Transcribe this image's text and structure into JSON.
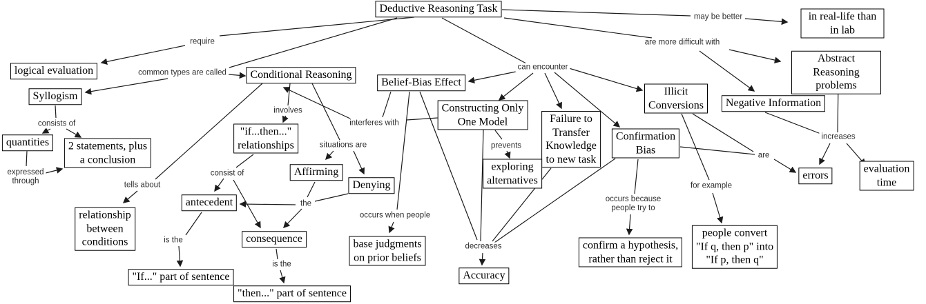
{
  "title": "Deductive Reasoning Task concept map",
  "colors": {
    "line": "#1c1c1c",
    "node_border": "#000000",
    "node_background": "#ffffff",
    "label_text": "#2e2e2e"
  },
  "nodes": {
    "deductive_reasoning_task": "Deductive Reasoning Task",
    "in_real_life": "in real-life than in lab",
    "logical_evaluation": "logical evaluation",
    "conditional_reasoning": "Conditional Reasoning",
    "belief_bias_effect": "Belief-Bias Effect",
    "abstract_reasoning_problems": "Abstract Reasoning problems",
    "syllogism": "Syllogism",
    "illicit_conversions": "Illicit\nConversions",
    "negative_information": "Negative Information",
    "constructing_only_one_model": "Constructing Only\nOne Model",
    "failure_to_transfer": "Failure to\nTransfer\nKnowledge\nto new task",
    "quantities": "quantities",
    "two_statements": "2 statements, plus\na conclusion",
    "confirmation_bias": "Confirmation\nBias",
    "if_then_relationships": "\"if...then...\"\nrelationships",
    "affirming": "Affirming",
    "denying": "Denying",
    "exploring_alternatives": "exploring\nalternatives",
    "errors": "errors",
    "evaluation_time": "evaluation time",
    "antecedent": "antecedent",
    "relationship_between_conditions": "relationship\nbetween\nconditions",
    "consequence": "consequence",
    "base_judgments": "base judgments\non prior beliefs",
    "accuracy": "Accuracy",
    "if_part": "\"If...\" part of sentence",
    "then_part": "\"then...\" part of sentence",
    "confirm_hypothesis": "confirm a hypothesis,\nrather than reject it",
    "people_convert": "people convert\n\"If q, then p\" into\n\"If p, then q\""
  },
  "links": {
    "require": "require",
    "common_types": "common types are called",
    "can_encounter": "can encounter",
    "may_be_better": "may be better",
    "are_more_difficult": "are more difficult with",
    "consists_of": "consists of",
    "expressed_through": "expressed\nthrough",
    "tells_about": "tells about",
    "involves": "involves",
    "interferes_with": "interferes with",
    "situations_are": "situations are",
    "consist_of": "consist of",
    "the": "the",
    "is_the_left": "is the",
    "is_the_right": "is the",
    "prevents": "prevents",
    "decreases": "decreases",
    "occurs_when_people": "occurs when people",
    "occurs_because": "occurs because\npeople try to",
    "for_example": "for example",
    "are": "are",
    "increases": "increases"
  }
}
